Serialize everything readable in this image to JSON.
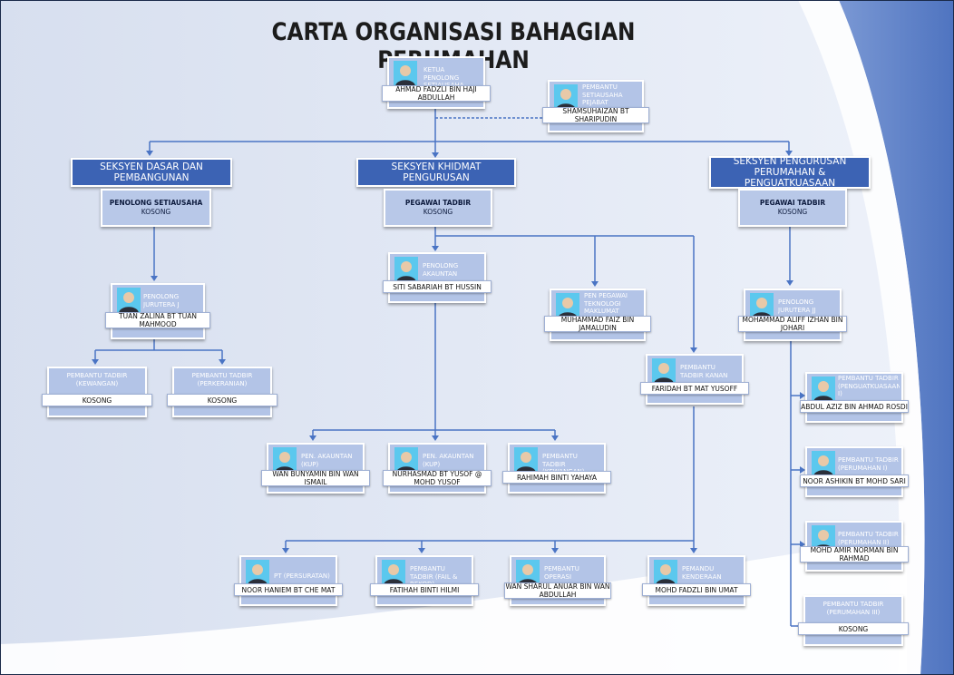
{
  "title": "CARTA ORGANISASI BAHAGIAN PERUMAHAN",
  "colors": {
    "section": "#3c63b4",
    "card": "#b3c4e7",
    "connector": "#4a74c4",
    "swoosh": "#6d8fd0"
  },
  "head": {
    "role": "KETUA PENOLONG SETIAUSAHA",
    "name": "AHMAD FADZLI BIN HAJI ABDULLAH"
  },
  "secretary": {
    "role": "PEMBANTU SETIAUSAHA PEJABAT",
    "name": "SHAMSUHAIZAN BT SHARIPUDIN"
  },
  "sections": {
    "dasar": "SEKSYEN DASAR DAN PEMBANGUNAN",
    "khidmat": "SEKSYEN KHIDMAT PENGURUSAN",
    "pengurusan": "SEKSYEN PENGURUSAN PERUMAHAN & PENGUATKUASAAN"
  },
  "posts": {
    "ps": {
      "role": "PENOLONG SETIAUSAHA",
      "name": "KOSONG"
    },
    "pt1": {
      "role": "PEGAWAI TADBIR",
      "name": "KOSONG"
    },
    "pt2": {
      "role": "PEGAWAI TADBIR",
      "name": "KOSONG"
    }
  },
  "staff": {
    "tuan": {
      "role": "PENOLONG JURUTERA J",
      "name": "TUAN ZALINA BT TUAN MAHMOOD"
    },
    "ptk": {
      "role": "PEMBANTU TADBIR (KEWANGAN)",
      "name": "KOSONG"
    },
    "ptp": {
      "role": "PEMBANTU TADBIR (PERKERANIAN)",
      "name": "KOSONG"
    },
    "siti": {
      "role": "PENOLONG AKAUNTAN",
      "name": "SITI SABARIAH BT HUSSIN"
    },
    "faiz": {
      "role": "PEN PEGAWAI TEKNOLOGI MAKLUMAT",
      "name": "MUHAMMAD FAIZ BIN JAMALUDIN"
    },
    "faridah": {
      "role": "PEMBANTU TADBIR KANAN",
      "name": "FARIDAH BT MAT YUSOFF"
    },
    "wanb": {
      "role": "PEN. AKAUNTAN (KUP)",
      "name": "WAN BUNYAMIN BIN WAN ISMAIL"
    },
    "nurh": {
      "role": "PEN. AKAUNTAN (KUP)",
      "name": "NURHASMAD BT YUSOF @ MOHD YUSOF"
    },
    "rahimah": {
      "role": "PEMBANTU TADBIR (KEWANGAN)",
      "name": "RAHIMAH BINTI YAHAYA"
    },
    "noorh": {
      "role": "PT (PERSURATAN)",
      "name": "NOOR HANIEM BT CHE MAT"
    },
    "fatihah": {
      "role": "PEMBANTU TADBIR (FAIL & REKOD)",
      "name": "FATIHAH BINTI HILMI"
    },
    "wans": {
      "role": "PEMBANTU OPERASI",
      "name": "WAN SHARUL ANUAR BIN WAN ABDULLAH"
    },
    "fadzli": {
      "role": "PEMANDU KENDERAAN",
      "name": "MOHD FADZLI BIN UMAT"
    },
    "aliff": {
      "role": "PENOLONG JURUTERA JJ",
      "name": "MOHAMMAD ALIFF IZHAN BIN JOHARI"
    },
    "aziz": {
      "role": "PEMBANTU TADBIR (PENGUATKUASAAN I)",
      "name": "ABDUL AZIZ BIN AHMAD ROSDI"
    },
    "ashikin": {
      "role": "PEMBANTU TADBIR (PERUMAHAN I)",
      "name": "NOOR ASHIKIN BT MOHD SARI"
    },
    "amir": {
      "role": "PEMBANTU TADBIR (PERUMAHAN II)",
      "name": "MOHD AMIR NORMAN BIN RAHMAD"
    },
    "pt3": {
      "role": "PEMBANTU TADBIR (PERUMAHAN III)",
      "name": "KOSONG"
    }
  }
}
